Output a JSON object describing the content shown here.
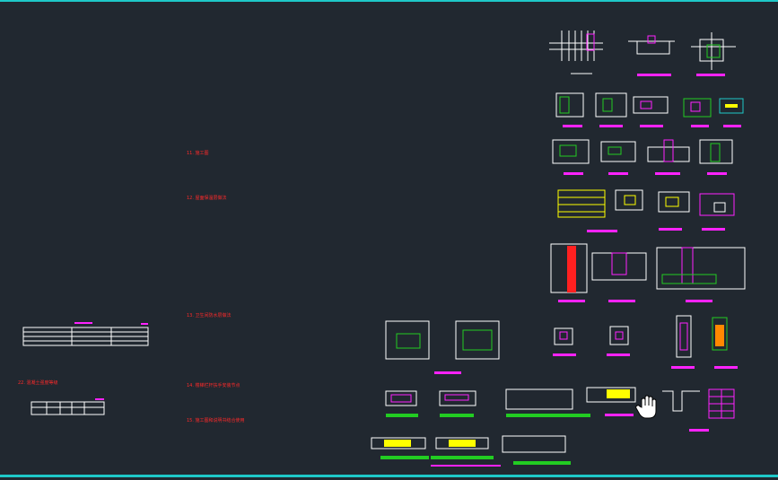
{
  "window": {
    "title": "",
    "accent_color": "#1ec8c8"
  },
  "notes": [
    {
      "text": "11. 施工图"
    },
    {
      "text": "12. 屋面保温层做法"
    },
    {
      "text": "13. 卫生间防水层做法"
    },
    {
      "text": "14. 楼梯栏杆扶手安装节点"
    },
    {
      "text": "15. 施工图和说明书结合使用"
    },
    {
      "text": "22. 混凝土强度等级"
    }
  ],
  "colors": {
    "bg": "#212830",
    "white": "#ffffff",
    "green": "#22cc22",
    "magenta": "#ff22ff",
    "yellow": "#ffff00",
    "cyan": "#1ec8c8",
    "red": "#ff2020"
  },
  "cursor": {
    "icon": "hand-pan-icon"
  }
}
